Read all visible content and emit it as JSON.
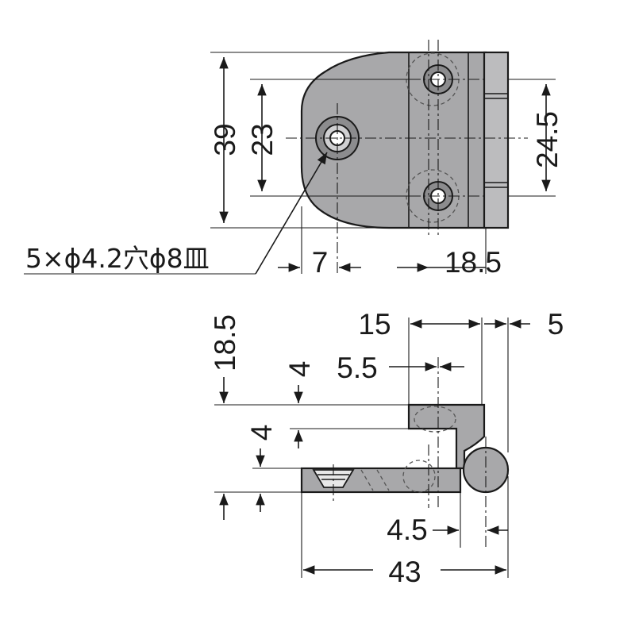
{
  "top_view": {
    "dim_height_total": "39",
    "dim_hole_pitch_left": "23",
    "dim_hole_pitch_right": "24.5",
    "dim_hole_offset": "7",
    "dim_leaf_width": "18.5",
    "hole_note": "5×ϕ4.2穴ϕ8皿"
  },
  "side_view": {
    "dim_thickness_total": "18.5",
    "dim_step_upper": "4",
    "dim_step_lower": "4",
    "dim_top_leaf": "15",
    "dim_knuckle": "5",
    "dim_hole_offset": "5.5",
    "dim_pin_offset": "4.5",
    "dim_length": "43"
  },
  "colors": {
    "part_fill": "#a8a8aa",
    "line": "#1a1a1a"
  }
}
